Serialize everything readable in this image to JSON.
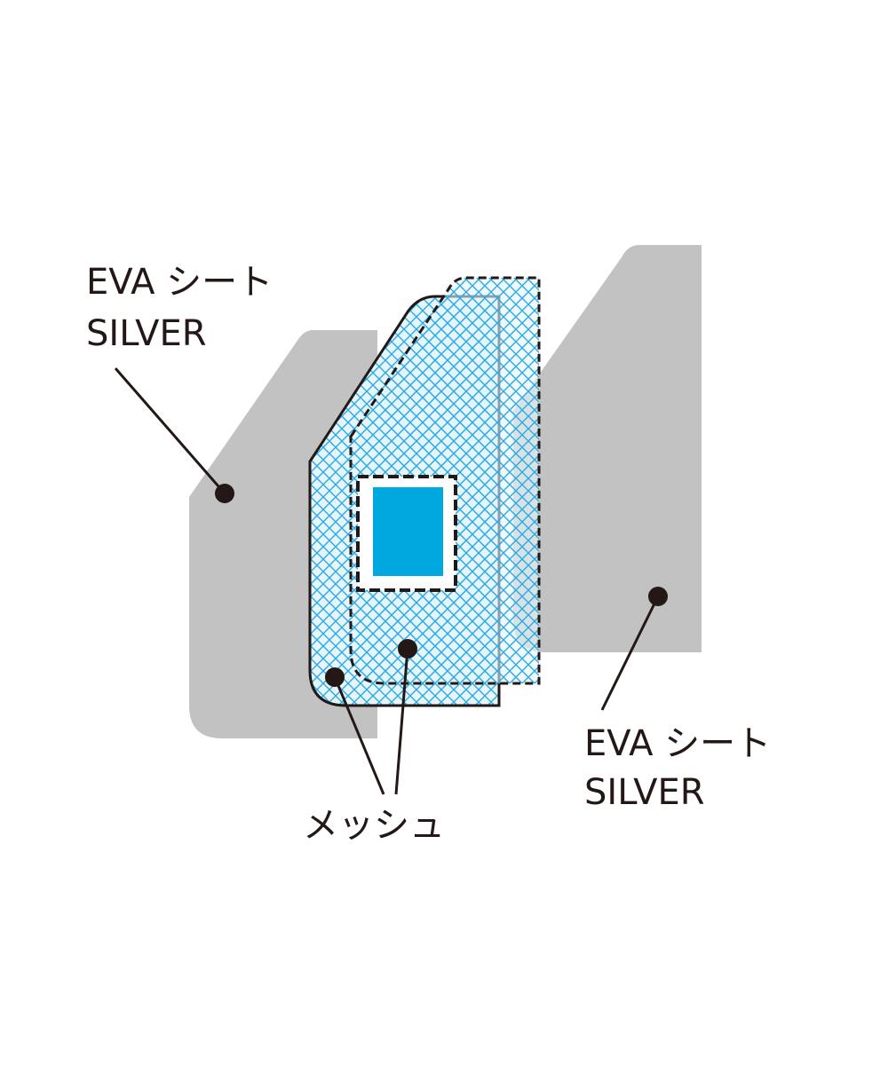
{
  "labels": {
    "eva_left_line1": "EVA シート",
    "eva_left_line2": "SILVER",
    "eva_right_line1": "EVA シート",
    "eva_right_line2": "SILVER",
    "mesh": "メッシュ"
  },
  "colors": {
    "eva_sheet": "#c2c2c2",
    "mesh_grid": "#29abe2",
    "mesh_fill": "#e6f5fc",
    "window_fill": "#00a8e0",
    "outline": "#231815",
    "background": "#ffffff"
  }
}
